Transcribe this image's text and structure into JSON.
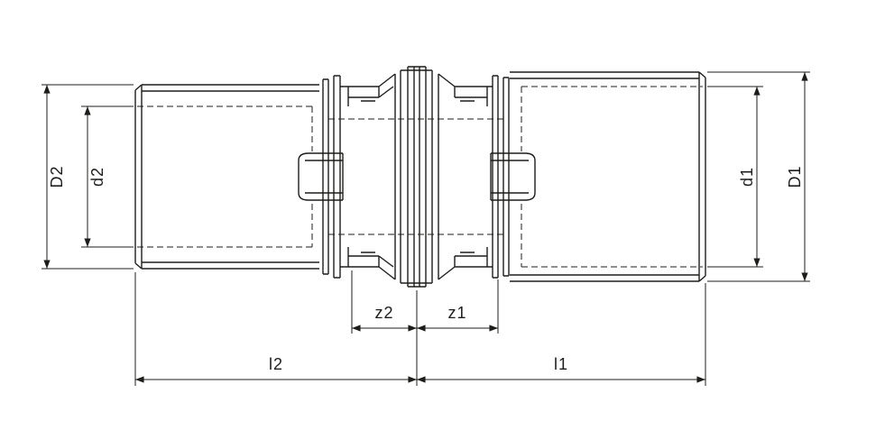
{
  "drawing": {
    "type": "technical-drawing",
    "subject": "press-fitting-coupling-cross-section",
    "background_color": "#ffffff",
    "line_color": "#1d1d1b",
    "labels": {
      "d_outer_left": "D2",
      "d_inner_left": "d2",
      "d_inner_right": "d1",
      "d_outer_right": "D1",
      "z_left": "z2",
      "z_right": "z1",
      "l_left": "l2",
      "l_right": "l1"
    }
  }
}
